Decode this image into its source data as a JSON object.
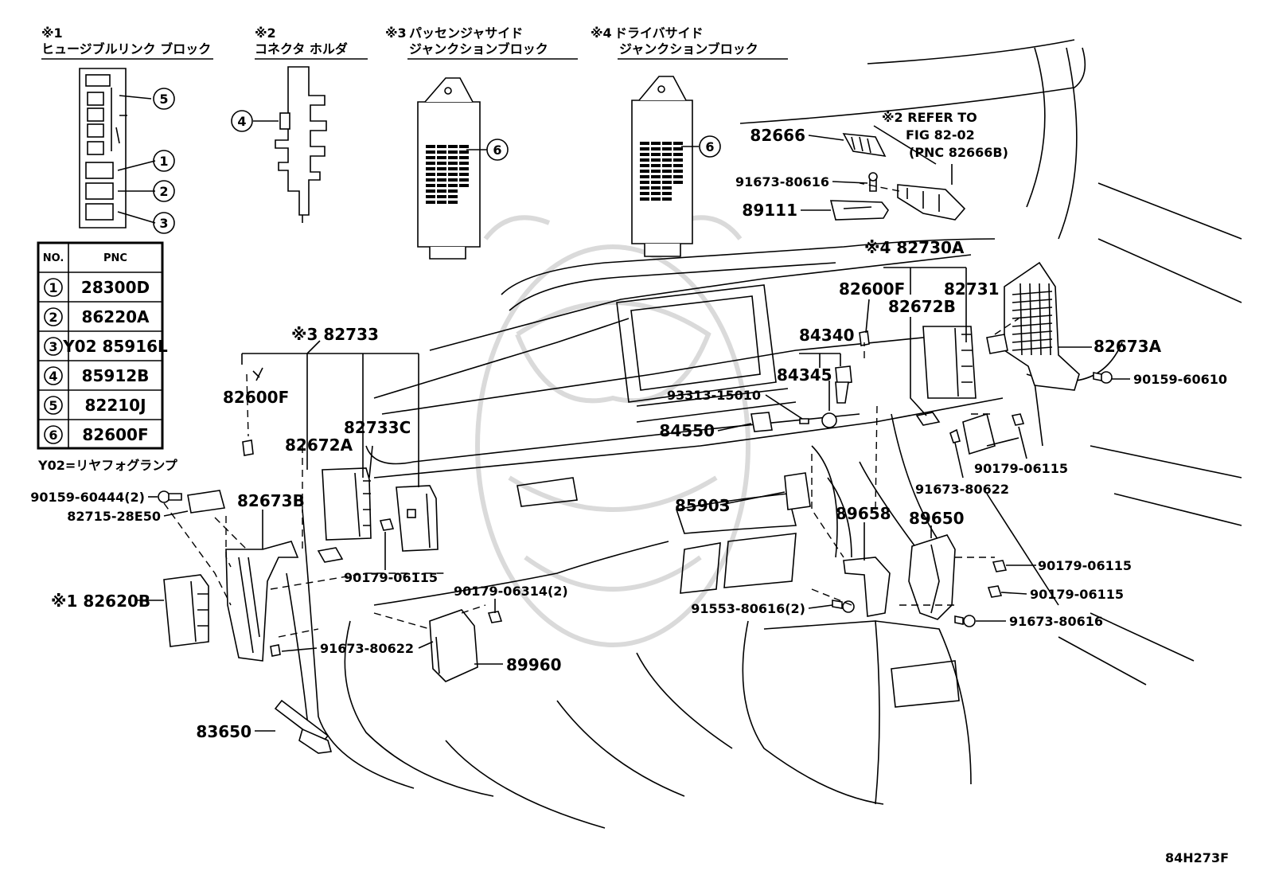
{
  "insets": {
    "fusible": {
      "mark": "※1",
      "title": "ヒュージブルリンク ブロック"
    },
    "connector": {
      "mark": "※2",
      "title": "コネクタ  ホルダ"
    },
    "passenger": {
      "mark": "※3",
      "title1": "パッセンジャサイド",
      "title2": "ジャンクションブロック"
    },
    "driver": {
      "mark": "※4",
      "title1": "ドライバサイド",
      "title2": "ジャンクションブロック"
    }
  },
  "callouts": {
    "c1": "1",
    "c2": "2",
    "c3": "3",
    "c4": "4",
    "c5": "5",
    "c6": "6"
  },
  "table": {
    "headers": [
      "NO.",
      "PNC"
    ],
    "rows": [
      {
        "no": "1",
        "pnc": "28300D"
      },
      {
        "no": "2",
        "pnc": "86220A"
      },
      {
        "no": "3",
        "pnc": "Y02 85916L"
      },
      {
        "no": "4",
        "pnc": "85912B"
      },
      {
        "no": "5",
        "pnc": "82210J"
      },
      {
        "no": "6",
        "pnc": "82600F"
      }
    ],
    "note": "Y02=リヤフォグランプ"
  },
  "refer_note": {
    "line1": "※2 REFER TO",
    "line2": "FIG 82-02",
    "line3": "(PNC 82666B)"
  },
  "labels": {
    "p82666": "82666",
    "p91673_80616a": "91673-80616",
    "p89111": "89111",
    "p82730A": "※4 82730A",
    "p82600F_r": "82600F",
    "p82672B": "82672B",
    "p82731": "82731",
    "p84340": "84340",
    "p84345": "84345",
    "p93313": "93313-15010",
    "p84550": "84550",
    "p82673A": "82673A",
    "p90159_60610": "90159-60610",
    "p90179_06115a": "90179-06115",
    "p91673_80622a": "91673-80622",
    "p82733": "※3 82733",
    "p82600F_l": "82600F",
    "p82733C": "82733C",
    "p82672A": "82672A",
    "p90159_60444": "90159-60444(2)",
    "p82715": "82715-28E50",
    "p82673B": "82673B",
    "p90179_06115b": "90179-06115",
    "p82620B": "※1 82620B",
    "p91673_80622b": "91673-80622",
    "p90179_06314": "90179-06314(2)",
    "p89960": "89960",
    "p85903": "85903",
    "p89658": "89658",
    "p89650": "89650",
    "p90179_06115c": "90179-06115",
    "p90179_06115d": "90179-06115",
    "p91553": "91553-80616(2)",
    "p91673_80616b": "91673-80616",
    "p83650": "83650"
  },
  "figure_code": "84H273F"
}
